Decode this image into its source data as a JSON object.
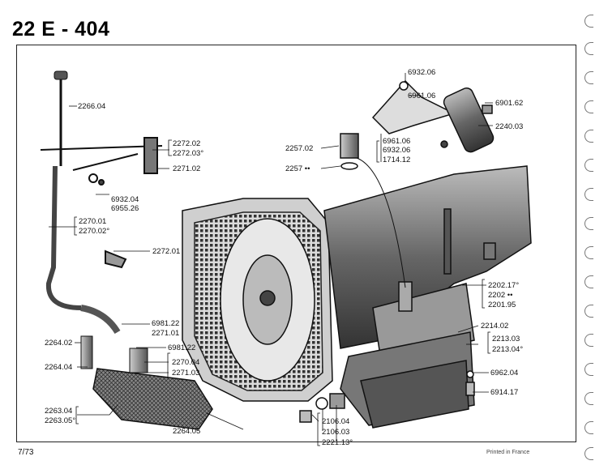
{
  "page": {
    "heading": "22 E - 404",
    "page_number": "7/73",
    "printed": "Printed in France"
  },
  "callouts": [
    {
      "id": "2266-04",
      "text": "2266.04"
    },
    {
      "id": "2272-02",
      "text": "2272.02"
    },
    {
      "id": "2272-03",
      "text": "2272.03°"
    },
    {
      "id": "2271-02",
      "text": "2271.02"
    },
    {
      "id": "6932-04",
      "text": "6932.04"
    },
    {
      "id": "6955-26",
      "text": "6955.26"
    },
    {
      "id": "2270-01",
      "text": "2270.01"
    },
    {
      "id": "2270-02",
      "text": "2270.02°"
    },
    {
      "id": "2272-01",
      "text": "2272.01"
    },
    {
      "id": "6981-22a",
      "text": "6981.22"
    },
    {
      "id": "2271-01",
      "text": "2271.01"
    },
    {
      "id": "2264-02",
      "text": "2264.02"
    },
    {
      "id": "6981-22b",
      "text": "6981.22"
    },
    {
      "id": "2270-04",
      "text": "2270.04"
    },
    {
      "id": "2264-04",
      "text": "2264.04"
    },
    {
      "id": "2271-03",
      "text": "2271.03"
    },
    {
      "id": "2263-04",
      "text": "2263.04"
    },
    {
      "id": "2263-05",
      "text": "2263.05°"
    },
    {
      "id": "2264-05",
      "text": "2264.05"
    },
    {
      "id": "6932-06a",
      "text": "6932.06"
    },
    {
      "id": "6961-06a",
      "text": "6961.06"
    },
    {
      "id": "6901-62",
      "text": "6901.62"
    },
    {
      "id": "2240-03",
      "text": "2240.03"
    },
    {
      "id": "6961-06b",
      "text": "6961.06"
    },
    {
      "id": "6932-06b",
      "text": "6932.06"
    },
    {
      "id": "1714-12",
      "text": "1714.12"
    },
    {
      "id": "2257-02",
      "text": "2257.02"
    },
    {
      "id": "2257",
      "text": "2257 ••"
    },
    {
      "id": "2202-17",
      "text": "2202.17°"
    },
    {
      "id": "2202",
      "text": "2202 ••"
    },
    {
      "id": "2201-95",
      "text": "2201.95"
    },
    {
      "id": "2214-02",
      "text": "2214.02"
    },
    {
      "id": "2213-03",
      "text": "2213.03"
    },
    {
      "id": "2213-04",
      "text": "2213.04°"
    },
    {
      "id": "6962-04",
      "text": "6962.04"
    },
    {
      "id": "6914-17",
      "text": "6914.17"
    },
    {
      "id": "2106-04",
      "text": "2106.04"
    },
    {
      "id": "2106-03",
      "text": "2106.03"
    },
    {
      "id": "2221-13",
      "text": "2221.13°"
    }
  ]
}
